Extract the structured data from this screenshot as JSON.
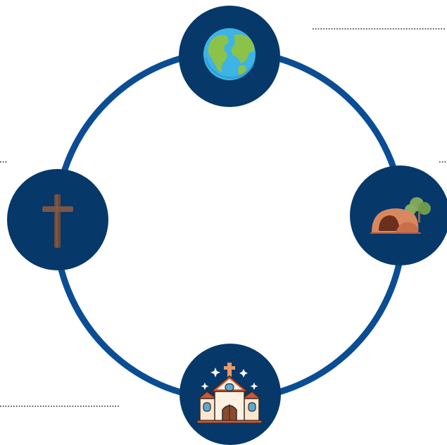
{
  "colors": {
    "ring": "#0a4d94",
    "node_fill": "#06386a",
    "background": "#ffffff",
    "dotted_line": "#222222"
  },
  "nodes": [
    {
      "id": "top",
      "icon": "earth-globe-icon"
    },
    {
      "id": "right",
      "icon": "cave-tomb-icon"
    },
    {
      "id": "bottom",
      "icon": "church-building-icon"
    },
    {
      "id": "left",
      "icon": "wooden-cross-icon"
    }
  ],
  "blank_lines": [
    {
      "id": "top-right"
    },
    {
      "id": "left"
    },
    {
      "id": "right"
    },
    {
      "id": "bottom-left"
    }
  ]
}
